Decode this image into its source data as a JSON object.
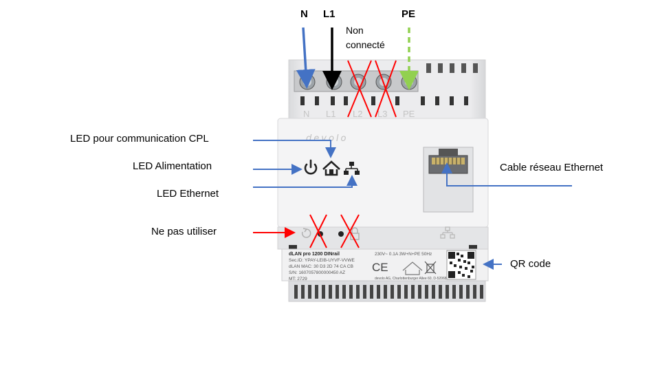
{
  "wires": {
    "n": "N",
    "l1": "L1",
    "pe": "PE",
    "not_connected": "Non connecté"
  },
  "terminals": [
    "N",
    "L1",
    "L2",
    "L3",
    "PE"
  ],
  "device": {
    "brand": "devolo",
    "product": "dLAN pro 1200 DINrail",
    "sec_id": "Sec.ID: YPAY-LEIB-UYVF-VVWE",
    "mac": "dLAN MAC: 30 D3 2D 74 CA CB",
    "sn": "S/N: 1607057800000450      AZ",
    "mt": "MT: 2729",
    "rating": "230V~ 0.1A 3W+N+PE 50Hz",
    "address": "devolo AG, Charlottenburger Allee 60, D-52068 Aachen",
    "ce_mark": "CE"
  },
  "annotations": {
    "led_cpl": "LED pour communication CPL",
    "led_power": "LED Alimentation",
    "led_ethernet": "LED Ethernet",
    "do_not_use": "Ne pas utiliser",
    "ethernet_cable": "Cable réseau Ethernet",
    "qr_code": "QR code"
  },
  "colors": {
    "neutral_wire": "#4472c4",
    "live_wire": "#000000",
    "earth_wire": "#92d050",
    "cross": "#ff0000",
    "arrow_red": "#ff0000",
    "arrow_blue": "#4472c4"
  },
  "icons": [
    "power-icon",
    "home-icon",
    "network-icon",
    "reset-icon",
    "lock-icon",
    "ethernet-port-icon",
    "qr-code-icon",
    "recycle-bin-icon",
    "house-icon"
  ]
}
